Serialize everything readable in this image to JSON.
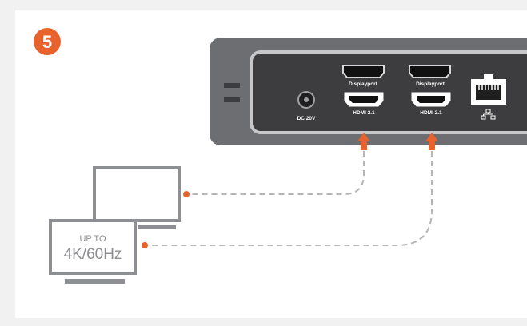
{
  "step": {
    "number": "5"
  },
  "device": {
    "ports": {
      "dc": "DC 20V",
      "displayport_1": "Displayport",
      "hdmi_1": "HDMI 2.1",
      "displayport_2": "Displayport",
      "hdmi_2": "HDMI 2.1",
      "ethernet_icon": "network-icon"
    }
  },
  "monitor_front": {
    "line1": "UP TO",
    "line2": "4K/60Hz"
  },
  "colors": {
    "accent": "#e8632b",
    "device_body": "#6d6e71",
    "panel": "#3d3d3f",
    "panel_border": "#c7c7c9",
    "cable": "#b5b5b5",
    "monitor": "#8e8f92"
  }
}
